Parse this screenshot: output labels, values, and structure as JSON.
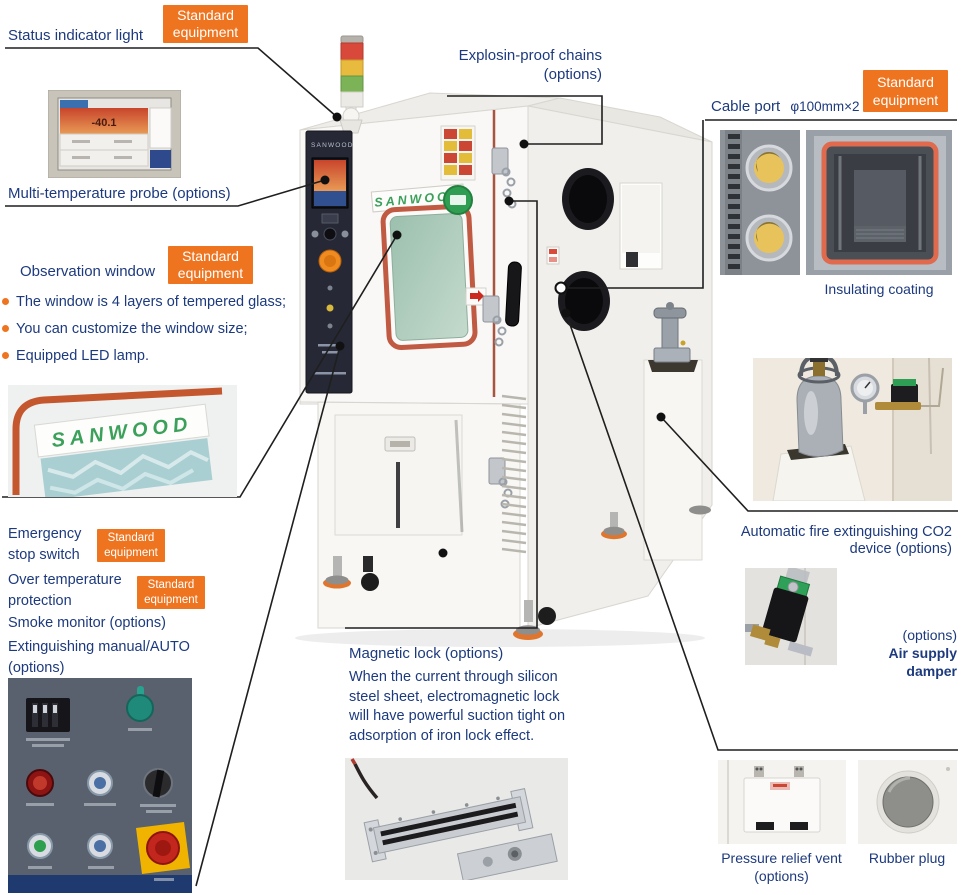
{
  "colors": {
    "accent_orange": "#ee7420",
    "label_navy": "#1d3a7e",
    "callout_line": "#1f1f1f",
    "window_glass_green": "#a3c6b4",
    "seal_red": "#c05a42"
  },
  "badge": {
    "line1": "Standard",
    "line2": "equipment"
  },
  "machine": {
    "brand": "SANWOOD"
  },
  "callouts": {
    "status_light": {
      "label": "Status indicator light"
    },
    "multi_temp": {
      "label": "Multi-temperature probe (options)",
      "display_value": "-40.1"
    },
    "observation": {
      "title": "Observation window",
      "bullets": [
        "The window is 4 layers of tempered glass;",
        "You can customize the window size;",
        "Equipped LED lamp."
      ]
    },
    "emergency": {
      "label": "Emergency stop switch"
    },
    "overtemp": {
      "label": "Over temperature protection"
    },
    "smoke": {
      "label": "Smoke monitor (options)"
    },
    "extinguishing": {
      "label": "Extinguishing manual/AUTO (options)"
    },
    "explosion": {
      "line1": "Explosin-proof chains",
      "line2": "(options)"
    },
    "cable_port": {
      "label": "Cable port",
      "spec": "φ100mm×2"
    },
    "insulating": {
      "caption": "Insulating coating"
    },
    "co2": {
      "caption": "Automatic fire extinguishing CO2 device (options)"
    },
    "air_damper": {
      "options": "(options)",
      "caption": "Air supply damper"
    },
    "magnetic": {
      "title": "Magnetic lock (options)",
      "desc": "When the current through silicon steel sheet, electromagnetic lock will have powerful suction tight on adsorption of iron lock effect."
    },
    "pressure_vent": {
      "caption": "Pressure relief vent (options)"
    },
    "rubber_plug": {
      "caption": "Rubber plug"
    }
  }
}
